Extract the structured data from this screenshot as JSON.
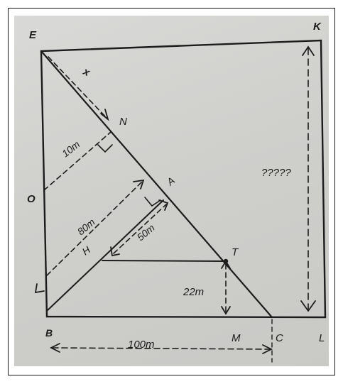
{
  "points": {
    "E": "E",
    "K": "K",
    "N": "N",
    "O": "O",
    "A": "A",
    "H": "H",
    "T": "T",
    "B": "B",
    "M": "M",
    "C": "C",
    "L": "L"
  },
  "measures": {
    "x": "x",
    "ten": "10m",
    "eighty": "80m",
    "fifty": "50m",
    "twentytwo": "22m",
    "hundred": "100m",
    "unknown": "?????"
  },
  "colors": {
    "ink": "#1c1c1c",
    "paper": "#d2d2cf"
  }
}
